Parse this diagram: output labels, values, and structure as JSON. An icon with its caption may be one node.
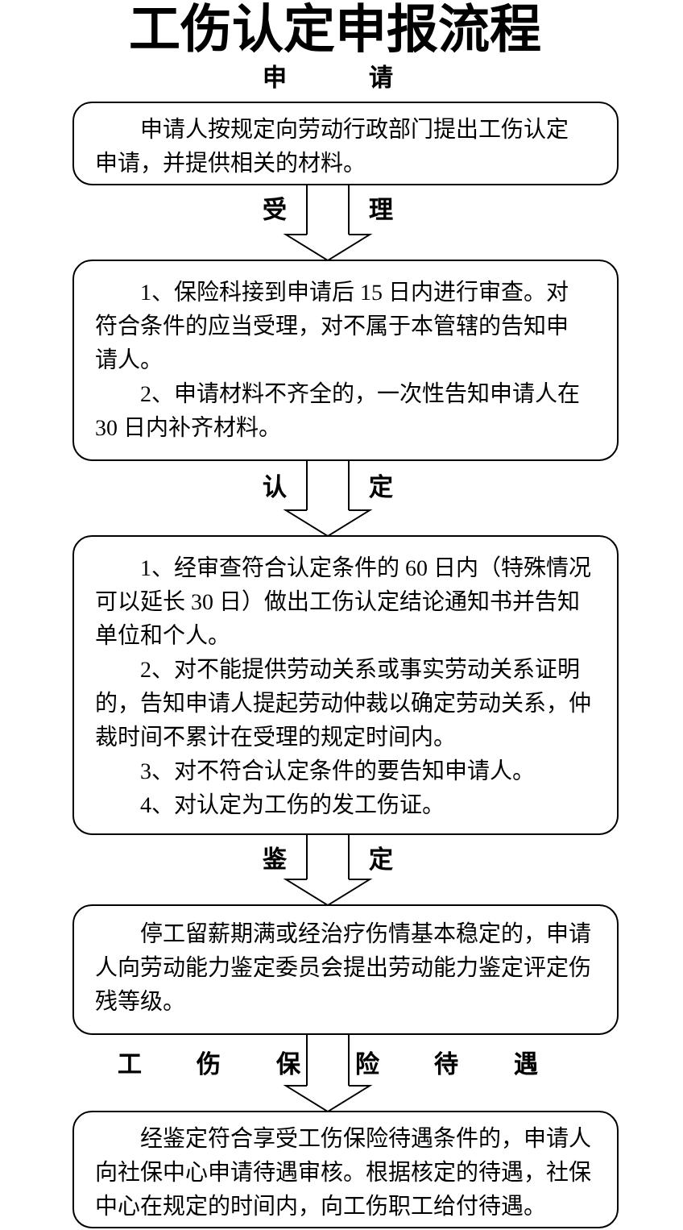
{
  "diagram": {
    "title": "工伤认定申报流程",
    "nodes": [
      {
        "text": [
          "申请人按规定向劳动行政部门提出工伤认定申请，并提供相关的材料。"
        ],
        "beside": [
          "申 请"
        ]
      },
      {
        "text": [
          "1、保险科接到申请后 15 日内进行审查。对符合条件的应当受理，对不属于本管辖的告知申请人。",
          "2、申请材料不齐全的，一次性告知申请人在 30 日内补齐材料。"
        ]
      },
      {
        "text": [
          "1、经审查符合认定条件的 60 日内（特殊情况可以延长 30 日）做出工伤认定结论通知书并告知单位和个人。",
          "2、对不能提供劳动关系或事实劳动关系证明的，告知申请人提起劳动仲裁以确定劳动关系，仲裁时间不累计在受理的规定时间内。",
          "3、对不符合认定条件的要告知申请人。",
          "4、对认定为工伤的发工伤证。"
        ]
      },
      {
        "text": [
          "停工留薪期满或经治疗伤情基本稳定的，申请人向劳动能力鉴定委员会提出劳动能力鉴定评定伤残等级。"
        ]
      },
      {
        "text": [
          "经鉴定符合享受工伤保险待遇条件的，申请人向社保中心申请待遇审核。根据核定的待遇，社保中心在规定的时间内，向工伤职工给付待遇。"
        ]
      }
    ],
    "edges": [
      {
        "from": 0,
        "to": 1,
        "arrow": "to",
        "label": "受 理"
      },
      {
        "from": 1,
        "to": 2,
        "arrow": "to",
        "label": "认 定"
      },
      {
        "from": 2,
        "to": 3,
        "arrow": "to",
        "label": "鉴 定"
      },
      {
        "from": 3,
        "to": 4,
        "arrow": "to",
        "label": "工 伤 保 险 待 遇"
      }
    ]
  }
}
